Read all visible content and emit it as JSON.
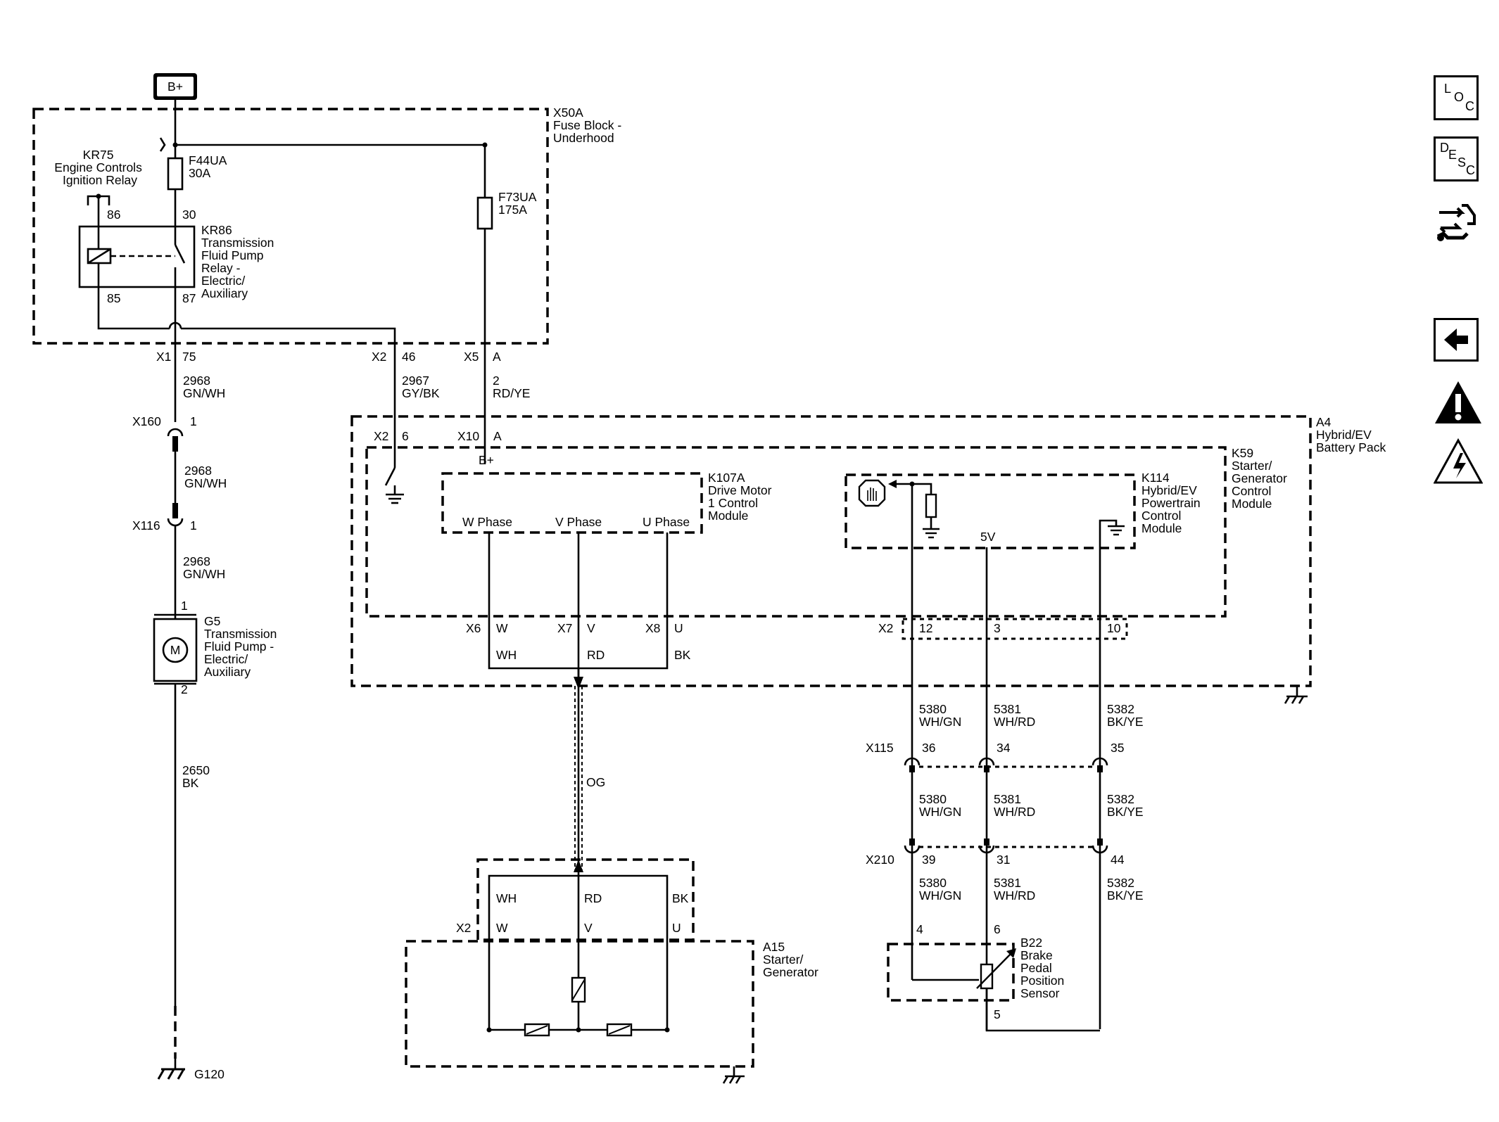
{
  "labels": {
    "bplus_main": "B+",
    "x50a": [
      "X50A",
      "Fuse Block -",
      "Underhood"
    ],
    "kr75": [
      "KR75",
      "Engine Controls",
      "Ignition Relay"
    ],
    "f44ua": [
      "F44UA",
      "30A"
    ],
    "f73ua": [
      "F73UA",
      "175A"
    ],
    "kr86": [
      "KR86",
      "Transmission",
      "Fluid Pump",
      "Relay -",
      "Electric/",
      "Auxiliary"
    ],
    "pin86": "86",
    "pin30": "30",
    "pin85": "85",
    "pin87": "87",
    "x1": "X1",
    "x1_pin": "75",
    "x2a": "X2",
    "x2a_pin": "46",
    "x5": "X5",
    "x5_pin": "A",
    "w2968a": [
      "2968",
      "GN/WH"
    ],
    "w2967": [
      "2967",
      "GY/BK"
    ],
    "w2": [
      "2",
      "RD/YE"
    ],
    "x160": "X160",
    "x160_pin": "1",
    "w2968b": [
      "2968",
      "GN/WH"
    ],
    "x116": "X116",
    "x116_pin": "1",
    "w2968c": [
      "2968",
      "GN/WH"
    ],
    "g5_pin1": "1",
    "g5": [
      "G5",
      "Transmission",
      "Fluid Pump -",
      "Electric/",
      "Auxiliary"
    ],
    "motor": "M",
    "g5_pin2": "2",
    "w2650": [
      "2650",
      "BK"
    ],
    "g120": "G120",
    "a4": [
      "A4",
      "Hybrid/EV",
      "Battery Pack"
    ],
    "k59": [
      "K59",
      "Starter/",
      "Generator",
      "Control",
      "Module"
    ],
    "x2b": "X2",
    "x2b_pin": "6",
    "x10": "X10",
    "x10_pin": "A",
    "bplus_inner": "B+",
    "k107a": [
      "K107A",
      "Drive Motor",
      "1 Control",
      "Module"
    ],
    "w_phase": "W Phase",
    "v_phase": "V Phase",
    "u_phase": "U Phase",
    "k114": [
      "K114",
      "Hybrid/EV",
      "Powertrain",
      "Control",
      "Module"
    ],
    "v5": "5V",
    "x6": "X6",
    "x6_pin": "W",
    "x7": "X7",
    "x7_pin": "V",
    "x8": "X8",
    "x8_pin": "U",
    "wh1": "WH",
    "rd1": "RD",
    "bk1": "BK",
    "x2c": "X2",
    "x2c_p12": "12",
    "x2c_p3": "3",
    "x2c_p10": "10",
    "w5380a": [
      "5380",
      "WH/GN"
    ],
    "w5381a": [
      "5381",
      "WH/RD"
    ],
    "w5382a": [
      "5382",
      "BK/YE"
    ],
    "x115": "X115",
    "x115_p36": "36",
    "x115_p34": "34",
    "x115_p35": "35",
    "w5380b": [
      "5380",
      "WH/GN"
    ],
    "w5381b": [
      "5381",
      "WH/RD"
    ],
    "w5382b": [
      "5382",
      "BK/YE"
    ],
    "x210": "X210",
    "x210_p39": "39",
    "x210_p31": "31",
    "x210_p44": "44",
    "w5380c": [
      "5380",
      "WH/GN"
    ],
    "w5381c": [
      "5381",
      "WH/RD"
    ],
    "w5382c": [
      "5382",
      "BK/YE"
    ],
    "og": "OG",
    "wh2": "WH",
    "rd2": "RD",
    "bk2": "BK",
    "x2d": "X2",
    "x2d_w": "W",
    "x2d_v": "V",
    "x2d_u": "U",
    "a15": [
      "A15",
      "Starter/",
      "Generator"
    ],
    "b22_p4": "4",
    "b22_p6": "6",
    "b22_p5": "5",
    "b22": [
      "B22",
      "Brake",
      "Pedal",
      "Position",
      "Sensor"
    ]
  },
  "nav": {
    "loc": [
      "L",
      "O",
      "C"
    ],
    "desc": [
      "D",
      "E",
      "S",
      "C"
    ],
    "icons": [
      "connector-end-view-icon",
      "back-arrow-icon",
      "caution-icon",
      "high-voltage-icon"
    ]
  }
}
